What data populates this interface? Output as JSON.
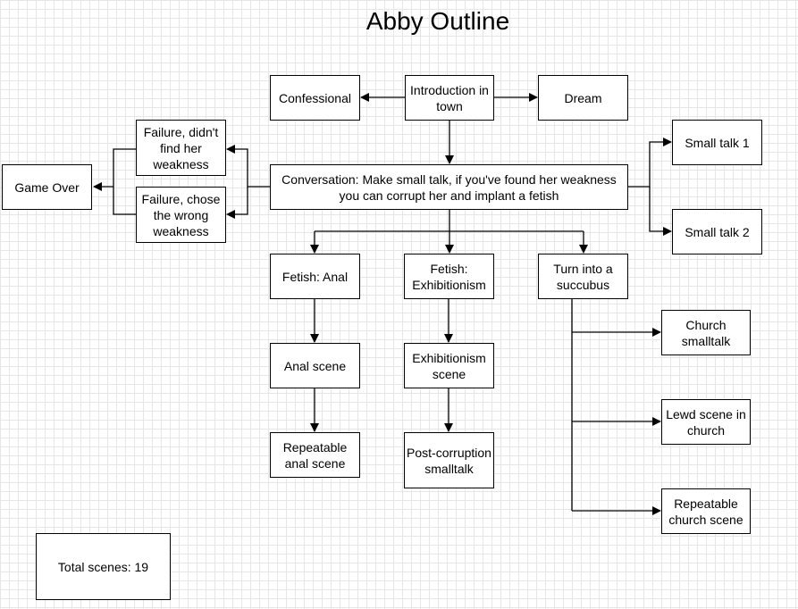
{
  "title": "Abby Outline",
  "nodes": {
    "introduction": "Introduction in town",
    "confessional": "Confessional",
    "dream": "Dream",
    "conversation": "Conversation: Make small talk, if you've found her weakness you can corrupt her and implant a fetish",
    "small_talk_1": "Small talk 1",
    "small_talk_2": "Small talk 2",
    "failure_weakness": "Failure, didn't find her weakness",
    "failure_wrong": "Failure, chose the wrong weakness",
    "game_over": "Game Over",
    "fetish_anal": "Fetish: Anal",
    "fetish_exhibitionism": "Fetish: Exhibitionism",
    "succubus": "Turn into a succubus",
    "anal_scene": "Anal scene",
    "exhibitionism_scene": "Exhibitionism scene",
    "repeatable_anal": "Repeatable anal scene",
    "post_corruption": "Post-corruption smalltalk",
    "church_smalltalk": "Church smalltalk",
    "lewd_church": "Lewd scene in church",
    "repeatable_church": "Repeatable church scene",
    "total_scenes": "Total scenes: 19"
  }
}
